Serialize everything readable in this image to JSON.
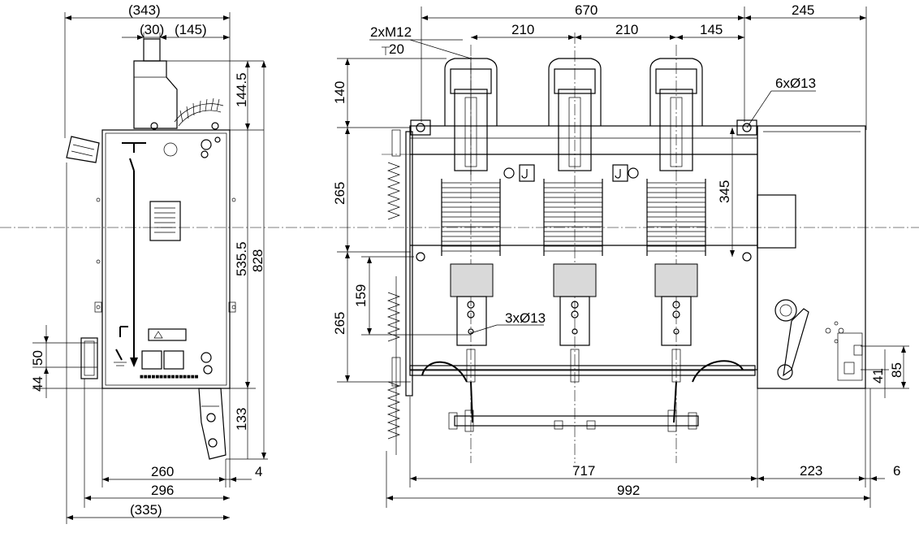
{
  "dimensions": {
    "side_total_paren": "(343)",
    "side_30": "(30)",
    "side_145": "(145)",
    "side_144_5": "144.5",
    "side_535_5": "535.5",
    "side_828": "828",
    "side_133": "133",
    "side_50": "50",
    "side_44": "44",
    "side_260": "260",
    "side_4": "4",
    "side_296": "296",
    "side_335": "(335)",
    "front_670": "670",
    "front_245": "245",
    "front_210a": "210",
    "front_210b": "210",
    "front_145": "145",
    "front_140": "140",
    "front_265a": "265",
    "front_265b": "265",
    "front_159": "159",
    "front_345": "345",
    "front_85": "85",
    "front_41": "41",
    "front_717": "717",
    "front_223": "223",
    "front_6": "6",
    "front_992": "992"
  },
  "annotations": {
    "thread": "2xM12",
    "depth": "20",
    "mount_holes": "6xØ13",
    "cable_holes": "3xØ13"
  }
}
